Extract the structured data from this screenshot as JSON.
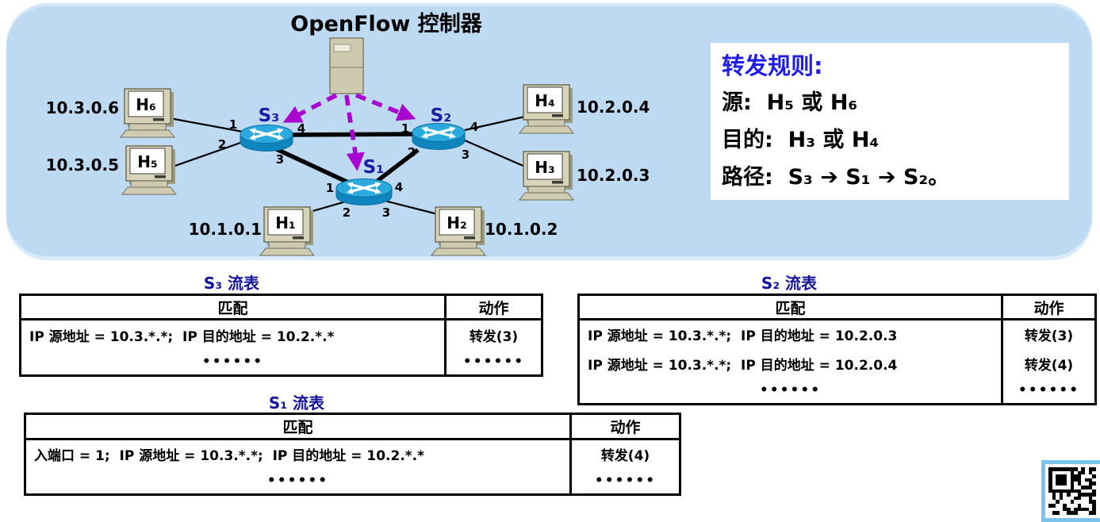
{
  "diagram": {
    "title": "OpenFlow 控制器",
    "switches": [
      {
        "label": "S₃",
        "ports": [
          "1",
          "2",
          "3",
          "4"
        ]
      },
      {
        "label": "S₂",
        "ports": [
          "1",
          "2",
          "3",
          "4"
        ]
      },
      {
        "label": "S₁",
        "ports": [
          "1",
          "2",
          "3",
          "4"
        ]
      }
    ],
    "hosts": [
      {
        "label": "H₆",
        "ip": "10.3.0.6"
      },
      {
        "label": "H₅",
        "ip": "10.3.0.5"
      },
      {
        "label": "H₄",
        "ip": "10.2.0.4"
      },
      {
        "label": "H₃",
        "ip": "10.2.0.3"
      },
      {
        "label": "H₁",
        "ip": "10.1.0.1"
      },
      {
        "label": "H₂",
        "ip": "10.1.0.2"
      }
    ]
  },
  "rules_box": {
    "title": "转发规则:",
    "lines": [
      "源:  H₅ 或 H₆",
      "目的:  H₃ 或 H₄",
      "路径:  S₃ ➔ S₁ ➔ S₂。"
    ]
  },
  "tables": {
    "s3": {
      "title": "S₃ 流表",
      "headers": [
        "匹配",
        "动作"
      ],
      "rows": [
        [
          "IP 源地址 = 10.3.*.*;  IP 目的地址 = 10.2.*.*",
          "转发(3)"
        ],
        [
          "••••••",
          "••••••"
        ]
      ]
    },
    "s2": {
      "title": "S₂ 流表",
      "headers": [
        "匹配",
        "动作"
      ],
      "rows": [
        [
          "IP 源地址 = 10.3.*.*;  IP 目的地址 = 10.2.0.3",
          "转发(3)"
        ],
        [
          "IP 源地址 = 10.3.*.*;  IP 目的地址 = 10.2.0.4",
          "转发(4)"
        ],
        [
          "••••••",
          "••••••"
        ]
      ]
    },
    "s1": {
      "title": "S₁ 流表",
      "headers": [
        "匹配",
        "动作"
      ],
      "rows": [
        [
          "入端口 = 1;  IP 源地址 = 10.3.*.*;  IP 目的地址 = 10.2.*.*",
          "转发(4)"
        ],
        [
          "••••••",
          "••••••"
        ]
      ]
    }
  },
  "colors": {
    "panel_bg": "#BED9F2",
    "rules_title_blue": "#1E1EE8",
    "table_title_navy": "#14149B",
    "control_arrow_purple": "#A803CF",
    "switch_top": "#2BAADF",
    "switch_body": "#0E86BD",
    "qr_border": "#7AC4EC"
  }
}
